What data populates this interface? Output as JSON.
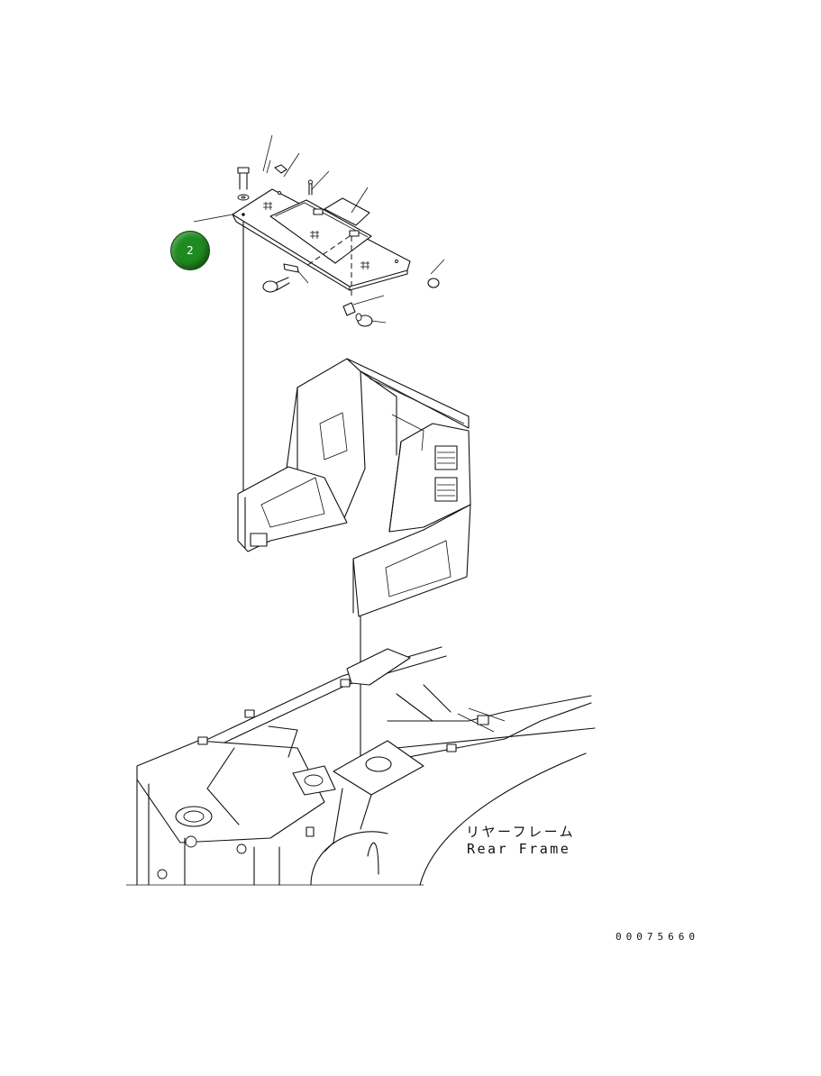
{
  "callout": {
    "number": "2"
  },
  "part_label": {
    "japanese": "リヤーフレーム",
    "english": "Rear Frame"
  },
  "drawing_number": "00075660",
  "colors": {
    "callout_fill": "#1f8a1f",
    "line": "#111111",
    "background": "#ffffff"
  }
}
